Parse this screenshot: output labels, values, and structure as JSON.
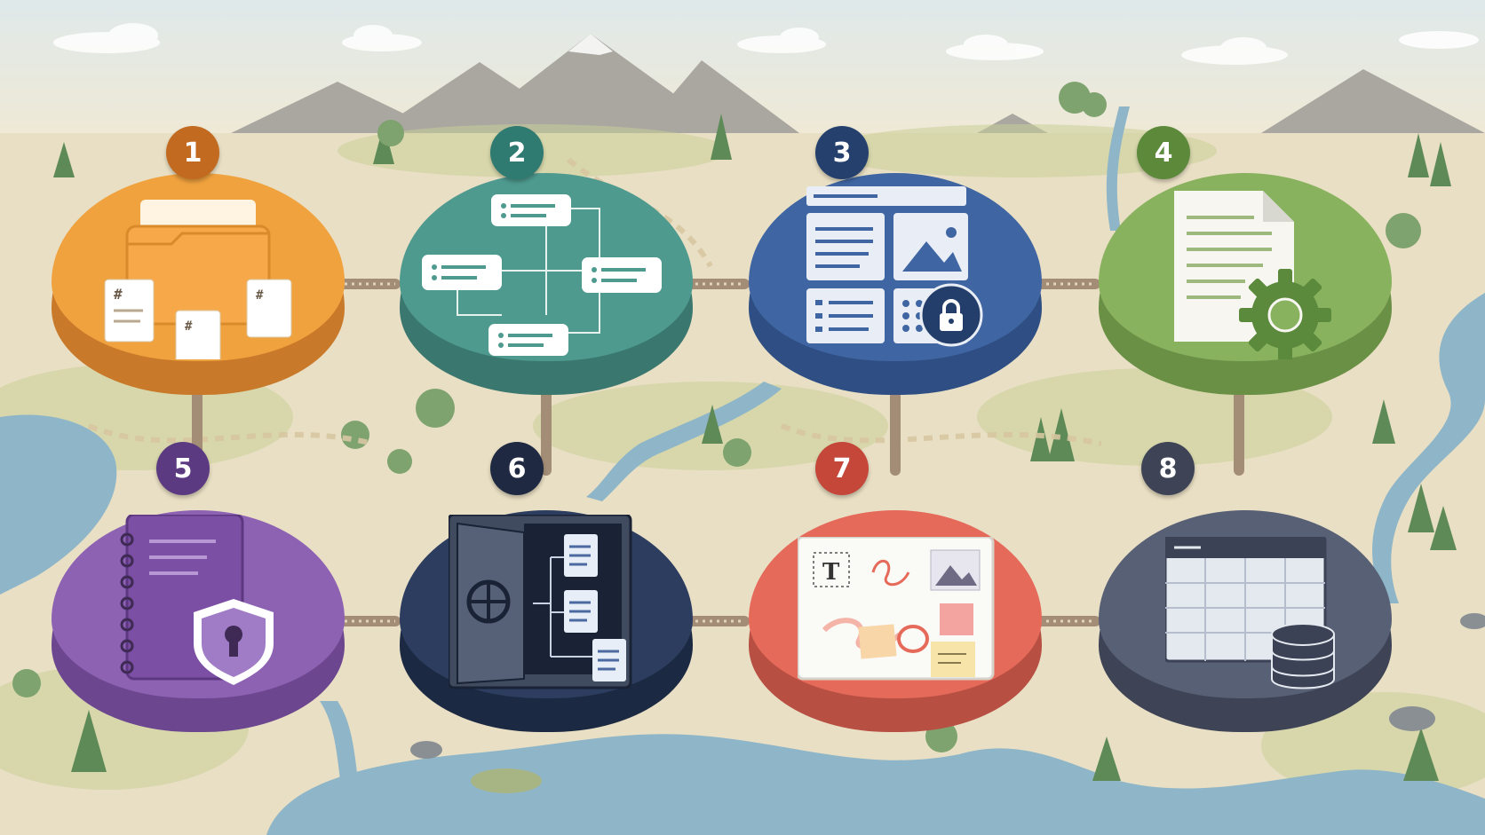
{
  "colors": {
    "sky": "#dfe9ea",
    "land": "#e9dfc4",
    "water": "#8fb6c8",
    "node1": "#f0a23e",
    "node2": "#4e9a8f",
    "node3": "#3f66a3",
    "node4": "#88b25e",
    "node5": "#8d62b3",
    "node6": "#2c3d5f",
    "node7": "#e56a5a",
    "node8": "#586075"
  },
  "nodes": [
    {
      "number": "1",
      "icon": "folder-with-documents-icon"
    },
    {
      "number": "2",
      "icon": "connected-cards-diagram-icon"
    },
    {
      "number": "3",
      "icon": "locked-dashboard-icon"
    },
    {
      "number": "4",
      "icon": "document-with-gear-icon"
    },
    {
      "number": "5",
      "icon": "notebook-with-shield-icon"
    },
    {
      "number": "6",
      "icon": "vault-with-files-icon"
    },
    {
      "number": "7",
      "icon": "whiteboard-with-media-icon"
    },
    {
      "number": "8",
      "icon": "table-with-database-icon"
    }
  ]
}
